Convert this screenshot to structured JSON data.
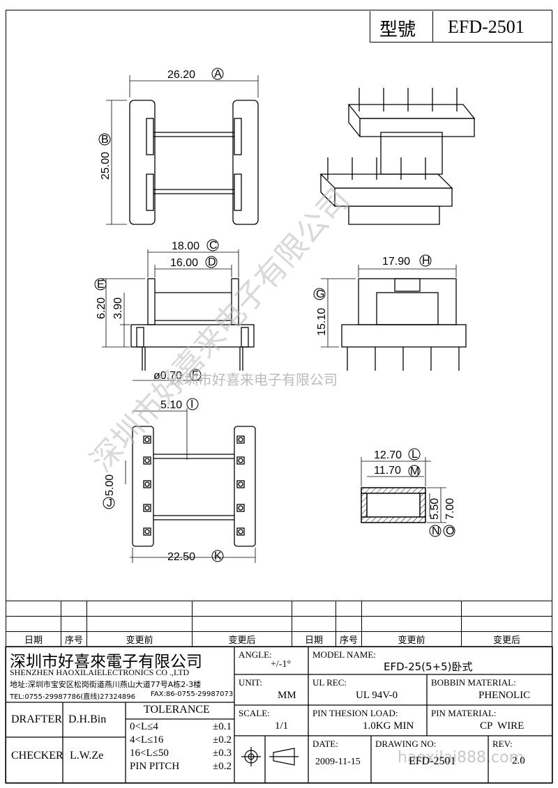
{
  "title_block_top": {
    "model_label": "型號",
    "model_value": "EFD-2501"
  },
  "dimensions": {
    "A": {
      "value": "26.20",
      "letter": "A"
    },
    "B": {
      "value": "25.00",
      "letter": "B"
    },
    "C": {
      "value": "18.00",
      "letter": "C"
    },
    "D": {
      "value": "16.00",
      "letter": "D"
    },
    "E": {
      "value": "6.20",
      "letter": "E"
    },
    "E2": {
      "value": "3.90"
    },
    "F": {
      "value": "ø0.70",
      "letter": "F"
    },
    "G": {
      "value": "15.10",
      "letter": "G"
    },
    "H": {
      "value": "17.90",
      "letter": "H"
    },
    "I": {
      "value": "5.10",
      "letter": "I"
    },
    "J": {
      "value": "5.00",
      "letter": "J"
    },
    "K": {
      "value": "22.50",
      "letter": "K"
    },
    "L": {
      "value": "12.70",
      "letter": "L"
    },
    "M": {
      "value": "11.70",
      "letter": "M"
    },
    "N": {
      "value": "5.50",
      "letter": "N"
    },
    "O": {
      "value": "7.00",
      "letter": "O"
    }
  },
  "watermark": {
    "diagonal": "深圳市好喜来电子有限公司",
    "horizontal": "深圳市好喜来电子有限公司",
    "url": "haoxilai888.com"
  },
  "revision_table": {
    "headers": [
      "日期",
      "序号",
      "变更前",
      "变更后",
      "日期",
      "序号",
      "变更前",
      "变更后"
    ]
  },
  "company": {
    "name_cn": "深圳市好喜來電子有限公司",
    "name_en": "SHENZHEN HAOXILAIELECTRONICS CO .,LTD",
    "address": "地址:深圳市宝安区松岗街道燕川燕山大道77号A栋2-3楼",
    "tel": "TEL:0755-29987786(直线)27324896",
    "fax": "FAX:86-0755-29987073"
  },
  "fields": {
    "angle_label": "ANGLE:",
    "angle_value": "+/-1°",
    "model_name_label": "MODEL NAME:",
    "model_name_value": "EFD-25(5+5)卧式",
    "bobbin_material_label": "BOBBIN MATERIAL:",
    "bobbin_material_value": "PHENOLIC",
    "unit_label": "UNIT:",
    "unit_value": "MM",
    "ul_rec_label": "UL REC:",
    "ul_rec_value": "UL 94V-0",
    "scale_label": "SCALE:",
    "scale_value": "1/1",
    "pin_tension_label": "PIN THESION LOAD:",
    "pin_tension_value": "1.0KG MIN",
    "pin_material_label": "PIN MATERIAL:",
    "pin_material_value": "CP  WIRE",
    "date_label": "DATE:",
    "date_value": "2009-11-15",
    "drawing_no_label": "DRAWING NO:",
    "drawing_no_value": "EFD-2501",
    "rev_label": "REV:",
    "rev_value": "2.0",
    "drafter_label": "DRAFTER",
    "drafter_value": "D.H.Bin",
    "checker_label": "CHECKER",
    "checker_value": "L.W.Ze",
    "tolerance_label": "TOLERANCE",
    "tol_rows": [
      {
        "range": "0<L≤4",
        "tol": "±0.1"
      },
      {
        "range": "4<L≤16",
        "tol": "±0.2"
      },
      {
        "range": "16<L≤50",
        "tol": "±0.3"
      },
      {
        "range": "PIN PITCH",
        "tol": "±0.2"
      }
    ]
  }
}
